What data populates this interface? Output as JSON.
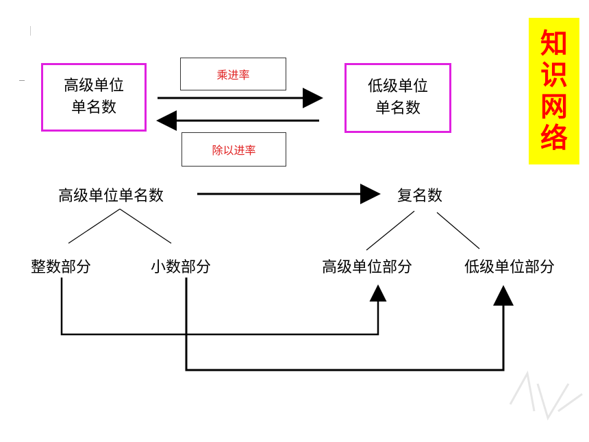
{
  "top_left_box": {
    "line1": "高级单位",
    "line2": "单名数"
  },
  "top_right_box": {
    "line1": "低级单位",
    "line2": "单名数"
  },
  "multiply_label": "乘进率",
  "divide_label": "除以进率",
  "source_label": "高级单位单名数",
  "target_label": "复名数",
  "integer_part": "整数部分",
  "decimal_part": "小数部分",
  "high_unit_part": "高级单位部分",
  "low_unit_part": "低级单位部分",
  "badge": {
    "c1": "知",
    "c2": "识",
    "c3": "网",
    "c4": "络"
  }
}
